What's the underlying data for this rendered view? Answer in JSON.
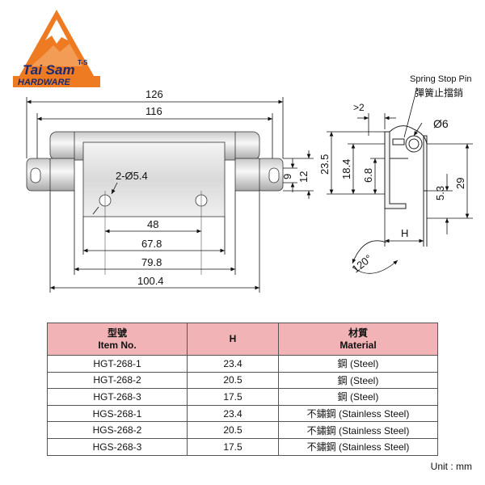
{
  "brand": {
    "logo_line1": "Tai Sam",
    "logo_tag": "T-S",
    "logo_line2": "HARDWARE",
    "color_orange": "#ee7a22",
    "color_navy": "#1a2a6e"
  },
  "drawing": {
    "front_dims": {
      "overall_width": "126",
      "body_width": "116",
      "hole_spec": "2-Ø5.4",
      "hole_pitch": "48",
      "dim_67_8": "67.8",
      "dim_79_8": "79.8",
      "dim_100_4": "100.4",
      "slot_h_9": "9",
      "slot_h_12": "12"
    },
    "side_dims": {
      "callout_en": "Spring Stop Pin",
      "callout_zh": "彈簧止擋銷",
      "gap_2": ">2",
      "pin_dia": "Ø6",
      "dim_23_5": "23.5",
      "dim_18_4": "18.4",
      "dim_6_8": "6.8",
      "dim_5_3": "5.3",
      "dim_29": "29",
      "dim_H": "H",
      "angle": "120°"
    }
  },
  "table": {
    "headers": [
      {
        "zh": "型號",
        "en": "Item No."
      },
      {
        "zh": "",
        "en": "H"
      },
      {
        "zh": "材質",
        "en": "Material"
      }
    ],
    "rows": [
      {
        "item": "HGT-268-1",
        "h": "23.4",
        "material": "鋼 (Steel)"
      },
      {
        "item": "HGT-268-2",
        "h": "20.5",
        "material": "鋼 (Steel)"
      },
      {
        "item": "HGT-268-3",
        "h": "17.5",
        "material": "鋼 (Steel)"
      },
      {
        "item": "HGS-268-1",
        "h": "23.4",
        "material": "不鏽鋼 (Stainless Steel)"
      },
      {
        "item": "HGS-268-2",
        "h": "20.5",
        "material": "不鏽鋼 (Stainless Steel)"
      },
      {
        "item": "HGS-268-3",
        "h": "17.5",
        "material": "不鏽鋼 (Stainless Steel)"
      }
    ],
    "header_bg": "#f1b3b5"
  },
  "unit_note": "Unit : mm"
}
